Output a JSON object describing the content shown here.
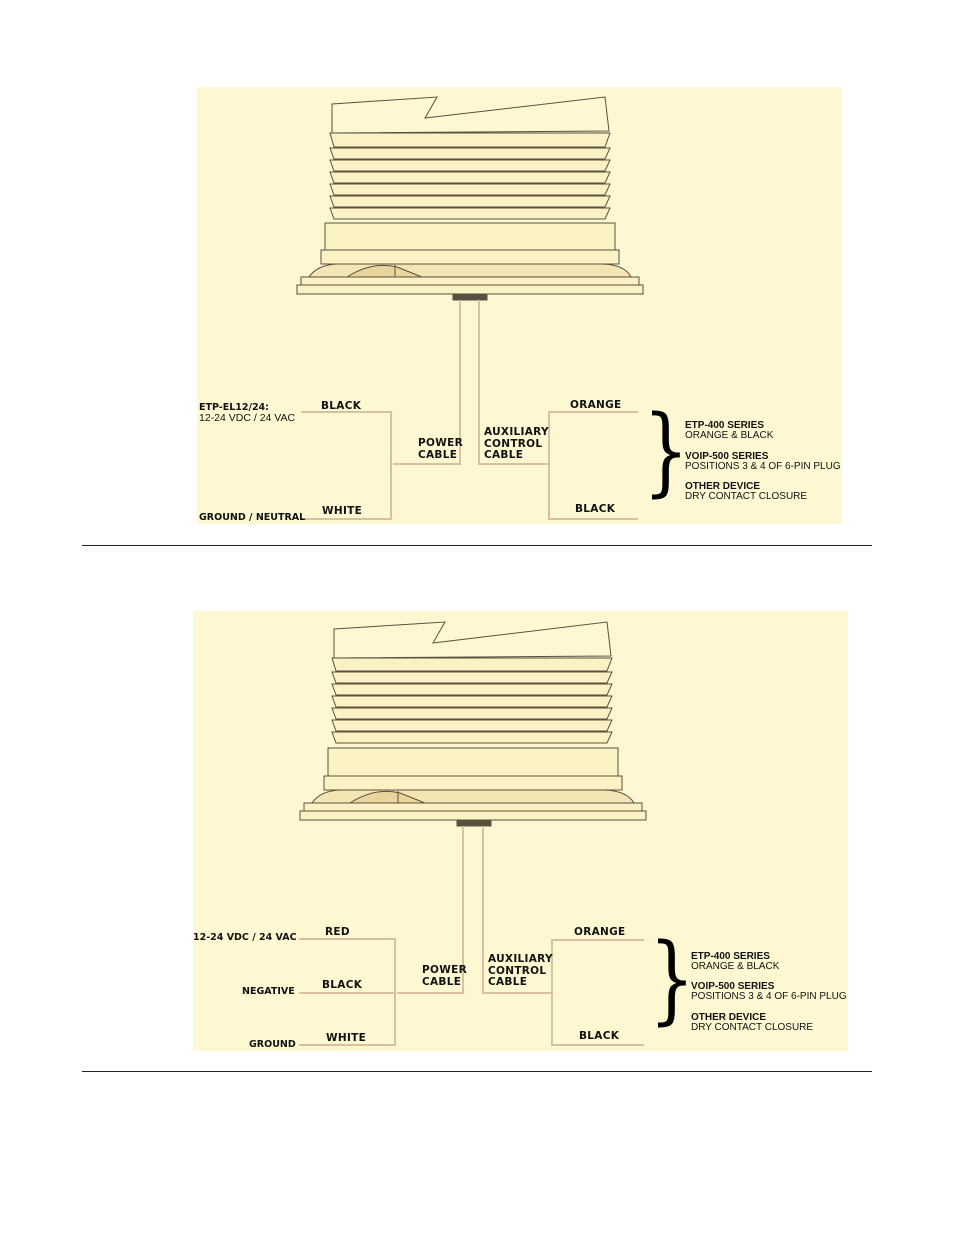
{
  "colors": {
    "panel_bg": "#fdf8d2",
    "wire": "#d9c0a0",
    "outline": "#5a5040"
  },
  "diagram1": {
    "source_title": "ETP-EL12/24:",
    "source_voltage": "12-24 VDC / 24 VAC",
    "ground_label": "GROUND / NEUTRAL",
    "wire_black": "BLACK",
    "wire_white": "WHITE",
    "power_cable": [
      "POWER",
      "CABLE"
    ],
    "aux_cable": [
      "AUXILIARY",
      "CONTROL",
      "CABLE"
    ],
    "out_orange": "ORANGE",
    "out_black": "BLACK",
    "devices": [
      {
        "title": "ETP-400 SERIES",
        "detail": "ORANGE & BLACK"
      },
      {
        "title": "VOIP-500 SERIES",
        "detail": "POSITIONS 3 & 4 OF 6-PIN PLUG"
      },
      {
        "title": "OTHER DEVICE",
        "detail": "DRY CONTACT CLOSURE"
      }
    ]
  },
  "diagram2": {
    "source_voltage": "12-24 VDC / 24 VAC",
    "negative_label": "NEGATIVE",
    "ground_label": "GROUND",
    "wire_red": "RED",
    "wire_black": "BLACK",
    "wire_white": "WHITE",
    "power_cable": [
      "POWER",
      "CABLE"
    ],
    "aux_cable": [
      "AUXILIARY",
      "CONTROL",
      "CABLE"
    ],
    "out_orange": "ORANGE",
    "out_black": "BLACK",
    "devices": [
      {
        "title": "ETP-400 SERIES",
        "detail": "ORANGE & BLACK"
      },
      {
        "title": "VOIP-500 SERIES",
        "detail": "POSITIONS 3 & 4 OF 6-PIN PLUG"
      },
      {
        "title": "OTHER DEVICE",
        "detail": "DRY CONTACT CLOSURE"
      }
    ]
  }
}
